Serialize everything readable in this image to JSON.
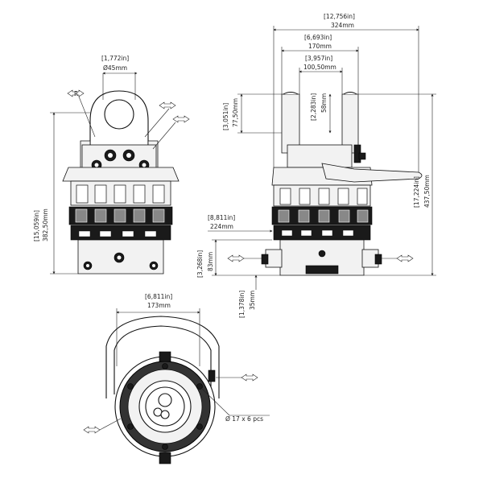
{
  "dims": {
    "overall_width_in": "[12,756in]",
    "overall_width_mm": "324mm",
    "fork_outer_in": "[6,693in]",
    "fork_outer_mm": "170mm",
    "fork_inner_in": "[3,957in]",
    "fork_inner_mm": "100,50mm",
    "fork_depth_in": "[2,283in]",
    "fork_depth_mm": "58mm",
    "fork_height_in": "[3,051in]",
    "fork_height_mm": "77,50mm",
    "total_height_right_in": "[17,224in]",
    "total_height_right_mm": "437,50mm",
    "total_height_left_in": "[15,059in]",
    "total_height_left_mm": "382,50mm",
    "port_width_in": "[8,811in]",
    "port_width_mm": "224mm",
    "base_height_in": "[3,268in]",
    "base_height_mm": "83mm",
    "base_offset_in": "[1,378in]",
    "base_offset_mm": "35mm",
    "pin_dia_in": "[1,772in]",
    "pin_dia_mm": "Ø45mm",
    "bottom_dia_in": "[6,811in]",
    "bottom_dia_mm": "173mm",
    "holes": "Ø 17 x 6 pcs",
    "radius_label": "R"
  }
}
